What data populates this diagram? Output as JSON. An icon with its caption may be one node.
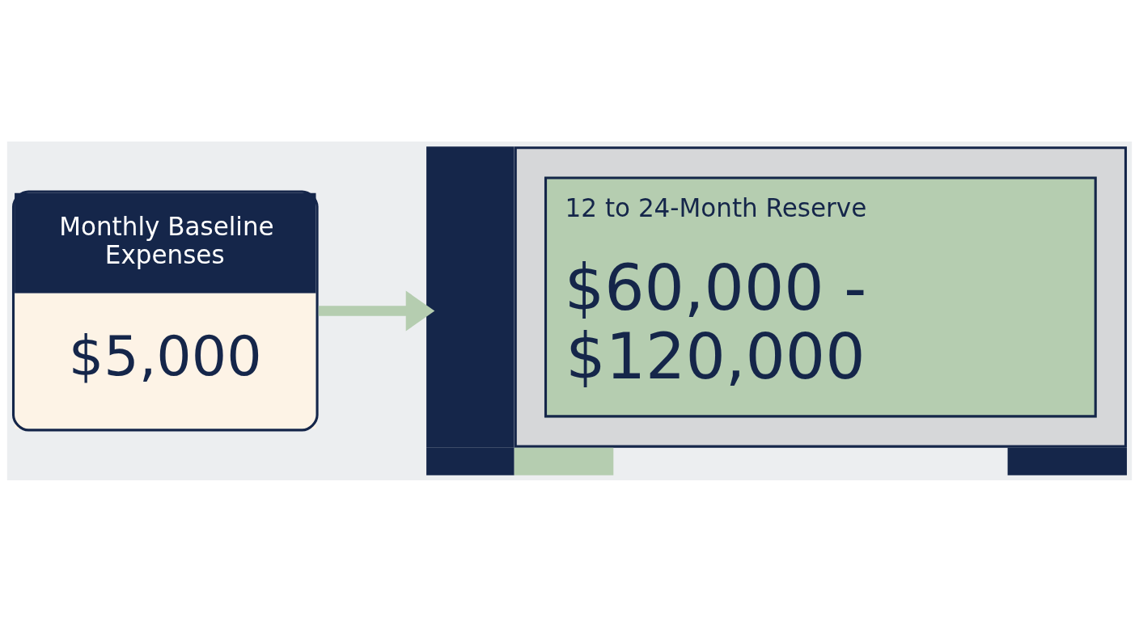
{
  "diagram": {
    "nodes": [
      {
        "text": [
          "Monthly Baseline Expenses",
          "$5,000"
        ]
      },
      {
        "text": [
          "12 to 24-Month Reserve",
          "$60,000 - $120,000"
        ]
      }
    ],
    "edges": [
      {
        "from": 0,
        "to": 1,
        "arrow": "to"
      }
    ]
  }
}
